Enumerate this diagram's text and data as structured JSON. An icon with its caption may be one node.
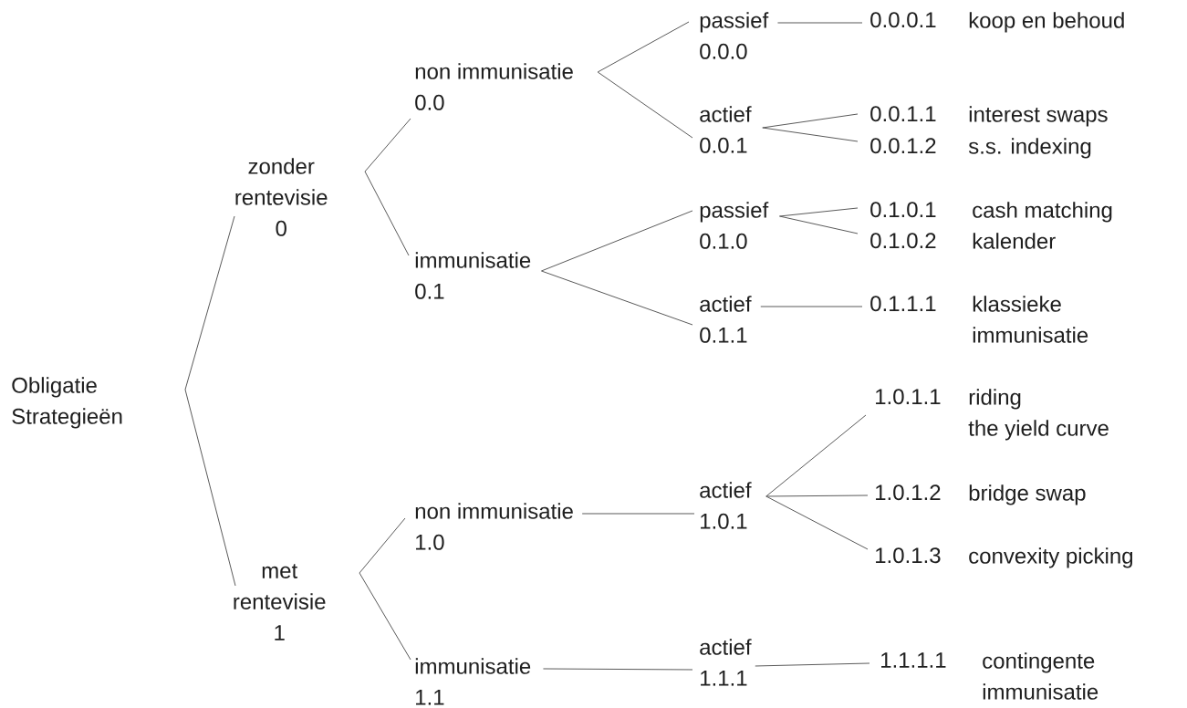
{
  "diagram": {
    "nodes": [
      {
        "text": [
          "Obligatie Strategieën"
        ]
      },
      {
        "text": [
          "zonder rentevisie",
          "0"
        ]
      },
      {
        "text": [
          "non immunisatie",
          "0.0"
        ]
      },
      {
        "text": [
          "passief",
          "0.0.0"
        ]
      },
      {
        "text": [
          "0.0.0.1",
          "koop en behoud"
        ]
      },
      {
        "text": [
          "actief",
          "0.0.1"
        ]
      },
      {
        "text": [
          "0.0.1.1",
          "interest swaps"
        ]
      },
      {
        "text": [
          "0.0.1.2",
          "s.s. indexing"
        ]
      },
      {
        "text": [
          "immunisatie",
          "0.1"
        ]
      },
      {
        "text": [
          "passief",
          "0.1.0"
        ]
      },
      {
        "text": [
          "0.1.0.1",
          "cash matching"
        ]
      },
      {
        "text": [
          "0.1.0.2",
          "kalender"
        ]
      },
      {
        "text": [
          "actief",
          "0.1.1"
        ]
      },
      {
        "text": [
          "0.1.1.1",
          "klassieke immunisatie"
        ]
      },
      {
        "text": [
          "met rentevisie",
          "1"
        ]
      },
      {
        "text": [
          "non immunisatie",
          "1.0"
        ]
      },
      {
        "text": [
          "actief",
          "1.0.1"
        ]
      },
      {
        "text": [
          "1.0.1.1",
          "riding the yield curve"
        ]
      },
      {
        "text": [
          "1.0.1.2",
          "bridge swap"
        ]
      },
      {
        "text": [
          "1.0.1.3",
          "convexity picking"
        ]
      },
      {
        "text": [
          "immunisatie",
          "1.1"
        ]
      },
      {
        "text": [
          "actief",
          "1.1.1"
        ]
      },
      {
        "text": [
          "1.1.1.1",
          "contingente immunisatie"
        ]
      }
    ],
    "edges": [
      {
        "from": 0,
        "to": 1,
        "arrow": "none"
      },
      {
        "from": 0,
        "to": 14,
        "arrow": "none"
      },
      {
        "from": 1,
        "to": 2,
        "arrow": "none"
      },
      {
        "from": 1,
        "to": 8,
        "arrow": "none"
      },
      {
        "from": 2,
        "to": 3,
        "arrow": "none"
      },
      {
        "from": 2,
        "to": 5,
        "arrow": "none"
      },
      {
        "from": 3,
        "to": 4,
        "arrow": "none"
      },
      {
        "from": 5,
        "to": 6,
        "arrow": "none"
      },
      {
        "from": 5,
        "to": 7,
        "arrow": "none"
      },
      {
        "from": 8,
        "to": 9,
        "arrow": "none"
      },
      {
        "from": 8,
        "to": 12,
        "arrow": "none"
      },
      {
        "from": 9,
        "to": 10,
        "arrow": "none"
      },
      {
        "from": 9,
        "to": 11,
        "arrow": "none"
      },
      {
        "from": 12,
        "to": 13,
        "arrow": "none"
      },
      {
        "from": 14,
        "to": 15,
        "arrow": "none"
      },
      {
        "from": 14,
        "to": 20,
        "arrow": "none"
      },
      {
        "from": 15,
        "to": 16,
        "arrow": "none"
      },
      {
        "from": 16,
        "to": 17,
        "arrow": "none"
      },
      {
        "from": 16,
        "to": 18,
        "arrow": "none"
      },
      {
        "from": 16,
        "to": 19,
        "arrow": "none"
      },
      {
        "from": 20,
        "to": 21,
        "arrow": "none"
      },
      {
        "from": 21,
        "to": 22,
        "arrow": "none"
      }
    ]
  }
}
